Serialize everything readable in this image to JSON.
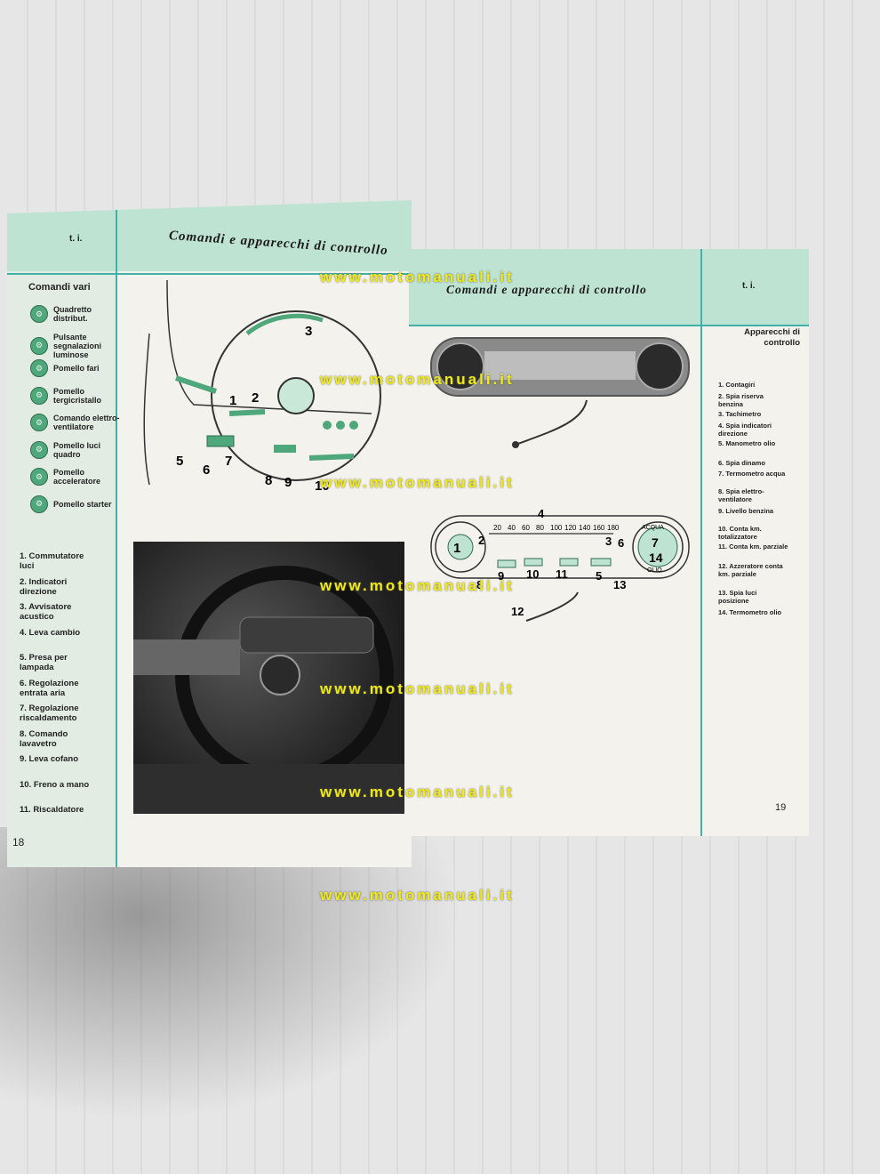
{
  "left_page": {
    "ti": "t. i.",
    "title": "Comandi e apparecchi di controllo",
    "section": "Comandi vari",
    "icon_items": [
      {
        "label": "Quadretto distribut.",
        "icon": "distributor-knob-icon"
      },
      {
        "label": "Pulsante segnalazioni luminose",
        "icon": "signal-button-icon"
      },
      {
        "label": "Pomello fari",
        "icon": "headlight-knob-icon"
      },
      {
        "label": "Pomello tergicristallo",
        "icon": "wiper-knob-icon"
      },
      {
        "label": "Comando elettro-ventilatore",
        "icon": "fan-knob-icon"
      },
      {
        "label": "Pomello luci quadro",
        "icon": "panel-light-knob-icon"
      },
      {
        "label": "Pomello acceleratore",
        "icon": "throttle-knob-icon"
      },
      {
        "label": "Pomello starter",
        "icon": "starter-knob-icon"
      }
    ],
    "legend": [
      "1. Commutatore luci",
      "2. Indicatori direzione",
      "3. Avvisatore acustico",
      "4. Leva cambio",
      "5. Presa per lampada",
      "6. Regolazione entrata aria",
      "7. Regolazione riscaldamento",
      "8. Comando lavavetro",
      "9. Leva cofano",
      "10. Freno a mano",
      "11. Riscaldatore"
    ],
    "diagram_numbers": [
      "1",
      "2",
      "3",
      "5",
      "6",
      "7",
      "8",
      "9",
      "10"
    ],
    "page_number": "18"
  },
  "right_page": {
    "ti": "t. i.",
    "title": "Comandi e apparecchi di controllo",
    "section": "Apparecchi di controllo",
    "legend": [
      "1. Contagiri",
      "2. Spia riserva benzina",
      "3. Tachimetro",
      "4. Spia indicatori direzione",
      "5. Manometro olio",
      "6. Spia dinamo",
      "7. Termometro acqua",
      "8. Spia elettro-ventilatore",
      "9. Livello benzina",
      "10. Conta km. totalizzatore",
      "11. Conta km. parziale",
      "12. Azzeratore conta km. parziale",
      "13. Spia luci posizione",
      "14. Termometro olio"
    ],
    "speed_scale": [
      "20",
      "40",
      "60",
      "80",
      "100",
      "120",
      "140",
      "160",
      "180"
    ],
    "gauge_labels": {
      "top": "ACQUA",
      "bottom": "OLIO"
    },
    "diagram_numbers": [
      "1",
      "2",
      "3",
      "4",
      "5",
      "6",
      "7",
      "8",
      "9",
      "10",
      "11",
      "12",
      "13",
      "14"
    ],
    "page_number": "19"
  },
  "watermark": "www.motomanuali.it"
}
